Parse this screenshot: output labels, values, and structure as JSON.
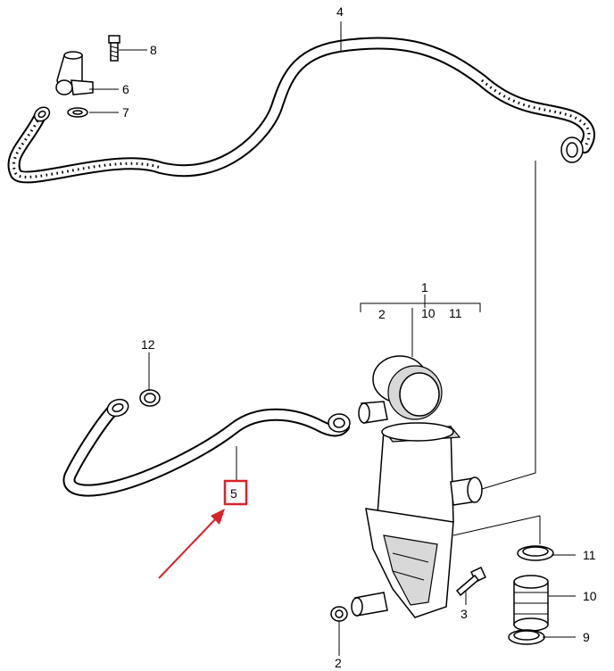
{
  "callouts": {
    "c1": "1",
    "c2": "2",
    "c2_group": "2",
    "c3": "3",
    "c4": "4",
    "c5": "5",
    "c6": "6",
    "c7": "7",
    "c8": "8",
    "c9": "9",
    "c10": "10",
    "c10_group": "10",
    "c11": "11",
    "c11_group": "11",
    "c12": "12"
  },
  "colors": {
    "highlight": "#d9232a",
    "ink": "#000000",
    "background": "#ffffff"
  }
}
